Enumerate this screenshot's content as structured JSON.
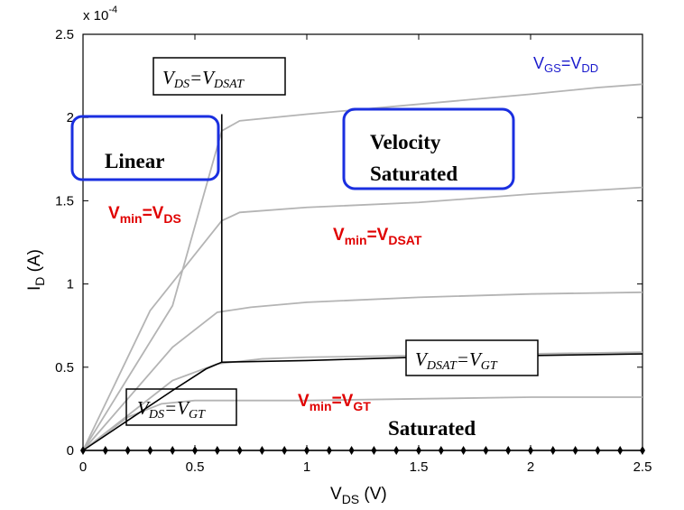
{
  "chart_data": {
    "type": "line",
    "xlabel": {
      "main": "V",
      "sub": "DS",
      "unit": " (V)"
    },
    "ylabel": {
      "main": "I",
      "sub": "D",
      "unit": " (A)"
    },
    "exponent_label": {
      "base": "x 10",
      "exp": "-4"
    },
    "xlim": [
      0,
      2.5
    ],
    "ylim": [
      0,
      2.5
    ],
    "y_scale_note": "y values in units of 1e-4 A",
    "x_ticks": [
      "0",
      "0.5",
      "1",
      "1.5",
      "2",
      "2.5"
    ],
    "y_ticks": [
      "0",
      "0.5",
      "1",
      "1.5",
      "2",
      "2.5"
    ],
    "grid": false,
    "series": [
      {
        "color": "#b4b4b4",
        "points": [
          [
            0,
            0
          ],
          [
            0.4,
            0.87
          ],
          [
            0.62,
            1.92
          ],
          [
            0.7,
            1.98
          ],
          [
            1.0,
            2.02
          ],
          [
            1.5,
            2.08
          ],
          [
            2.0,
            2.14
          ],
          [
            2.3,
            2.18
          ],
          [
            2.5,
            2.2
          ]
        ]
      },
      {
        "color": "#b4b4b4",
        "points": [
          [
            0,
            0
          ],
          [
            0.3,
            0.84
          ],
          [
            0.62,
            1.38
          ],
          [
            0.7,
            1.43
          ],
          [
            1.0,
            1.46
          ],
          [
            1.5,
            1.49
          ],
          [
            2.0,
            1.54
          ],
          [
            2.5,
            1.58
          ]
        ]
      },
      {
        "color": "#b4b4b4",
        "points": [
          [
            0,
            0
          ],
          [
            0.4,
            0.62
          ],
          [
            0.6,
            0.83
          ],
          [
            0.75,
            0.86
          ],
          [
            1.0,
            0.89
          ],
          [
            1.5,
            0.92
          ],
          [
            2.0,
            0.94
          ],
          [
            2.5,
            0.95
          ]
        ]
      },
      {
        "color": "#b4b4b4",
        "points": [
          [
            0,
            0
          ],
          [
            0.4,
            0.42
          ],
          [
            0.6,
            0.52
          ],
          [
            0.8,
            0.55
          ],
          [
            1.0,
            0.56
          ],
          [
            1.5,
            0.57
          ],
          [
            2.0,
            0.58
          ],
          [
            2.5,
            0.59
          ]
        ]
      },
      {
        "color": "#b4b4b4",
        "points": [
          [
            0,
            0
          ],
          [
            0.2,
            0.2
          ],
          [
            0.35,
            0.28
          ],
          [
            0.5,
            0.3
          ],
          [
            1.0,
            0.3
          ],
          [
            1.5,
            0.31
          ],
          [
            2.0,
            0.32
          ],
          [
            2.5,
            0.32
          ]
        ]
      },
      {
        "color": "#000000",
        "points": [
          [
            0,
            0
          ],
          [
            0.2,
            0.18
          ],
          [
            0.4,
            0.36
          ],
          [
            0.55,
            0.49
          ],
          [
            0.62,
            0.53
          ],
          [
            1.0,
            0.54
          ],
          [
            1.5,
            0.56
          ],
          [
            2.0,
            0.57
          ],
          [
            2.5,
            0.58
          ]
        ]
      },
      {
        "color": "#000000",
        "points": [
          [
            0.62,
            0.53
          ],
          [
            0.62,
            2.02
          ]
        ]
      },
      {
        "color": "#000000",
        "marker": "diamond",
        "points": [
          [
            0,
            0
          ],
          [
            0.1,
            0
          ],
          [
            0.2,
            0
          ],
          [
            0.3,
            0
          ],
          [
            0.4,
            0
          ],
          [
            0.5,
            0
          ],
          [
            0.6,
            0
          ],
          [
            0.7,
            0
          ],
          [
            0.8,
            0
          ],
          [
            0.9,
            0
          ],
          [
            1.0,
            0
          ],
          [
            1.1,
            0
          ],
          [
            1.2,
            0
          ],
          [
            1.3,
            0
          ],
          [
            1.4,
            0
          ],
          [
            1.5,
            0
          ],
          [
            1.6,
            0
          ],
          [
            1.7,
            0
          ],
          [
            1.8,
            0
          ],
          [
            1.9,
            0
          ],
          [
            2.0,
            0
          ],
          [
            2.1,
            0
          ],
          [
            2.2,
            0
          ],
          [
            2.3,
            0
          ],
          [
            2.4,
            0
          ],
          [
            2.5,
            0
          ]
        ]
      }
    ],
    "annotations": {
      "linear": "Linear",
      "velocity_line1": "Velocity",
      "velocity_line2": "Saturated",
      "saturated": "Saturated",
      "vds_vdsat": {
        "a": "V",
        "a_sub": "DS",
        "eq": "=",
        "b": "V",
        "b_sub": "DSAT"
      },
      "vdsat_vgt": {
        "a": "V",
        "a_sub": "DSAT",
        "eq": "=",
        "b": "V",
        "b_sub": "GT"
      },
      "vds_vgt": {
        "a": "V",
        "a_sub": "DS",
        "eq": "=",
        "b": "V",
        "b_sub": "GT"
      },
      "vmin_vds": {
        "a": "V",
        "a_sub": "min",
        "eq": "=V",
        "b_sub": "DS"
      },
      "vmin_vdsat": {
        "a": "V",
        "a_sub": "min",
        "eq": "=V",
        "b_sub": "DSAT"
      },
      "vmin_vgt": {
        "a": "V",
        "a_sub": "min",
        "eq": "=V",
        "b_sub": "GT"
      },
      "vgs_vdd": {
        "a": "V",
        "a_sub": "GS",
        "eq": "=V",
        "b_sub": "DD"
      }
    },
    "colors": {
      "curve_gray": "#b4b4b4",
      "red_text": "#e00000",
      "blue_text": "#1a1acc",
      "box_blue": "#1a2fe0"
    }
  }
}
